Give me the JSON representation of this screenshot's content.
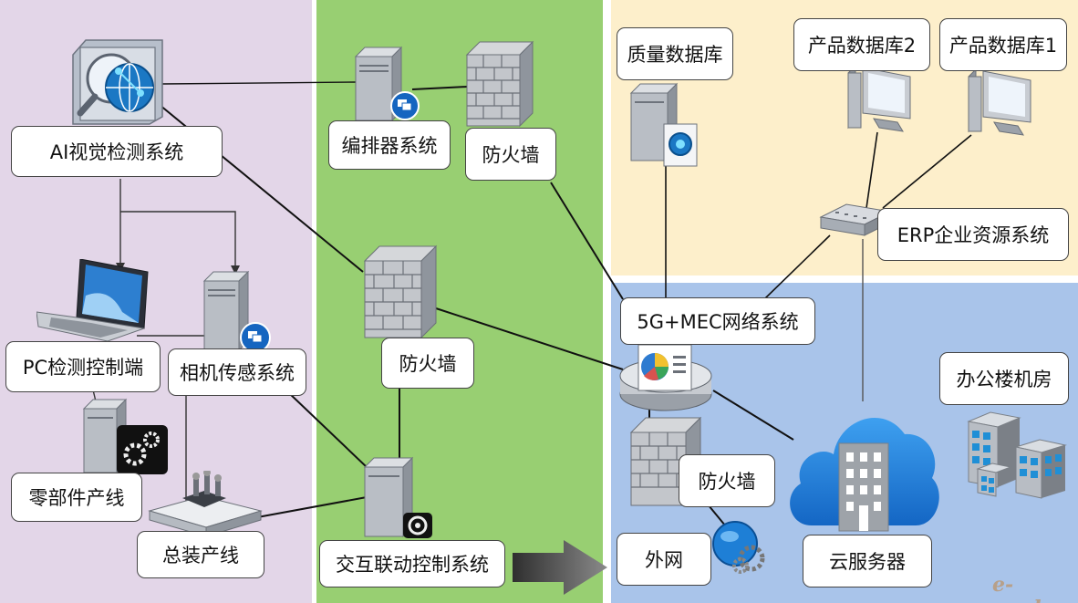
{
  "colors": {
    "purple_zone": "#e3d6e8",
    "green_zone": "#98cf72",
    "yellow_zone": "#fdefcb",
    "blue_zone": "#a9c4ea",
    "link": "#111111",
    "link_gray": "#555555"
  },
  "labels": {
    "ai_vision": "AI视觉检测系统",
    "pc_control": "PC检测控制端",
    "camera_sensor": "相机传感系统",
    "parts_line": "零部件产线",
    "assembly_line": "总装产线",
    "orchestrator": "编排器系统",
    "firewall_top": "防火墙",
    "firewall_mid": "防火墙",
    "firewall_blue": "防火墙",
    "interaction_control": "交互联动控制系统",
    "quality_db": "质量数据库",
    "product_db2": "产品数据库2",
    "product_db1": "产品数据库1",
    "erp": "ERP企业资源系统",
    "mec": "5G+MEC网络系统",
    "office_room": "办公楼机房",
    "external_net": "外网",
    "cloud_server": "云服务器"
  },
  "watermark": "e-works",
  "icons": [
    "ai-globe-icon",
    "laptop-icon",
    "server-icon",
    "gear-server-icon",
    "assembly-machine-icon",
    "orchestrator-server-icon",
    "firewall-icon",
    "control-server-icon",
    "database-server-icon",
    "monitor-icon",
    "router-icon",
    "dashboard-node-icon",
    "globe-gear-icon",
    "cloud-icon",
    "buildings-icon",
    "arrow-icon"
  ]
}
